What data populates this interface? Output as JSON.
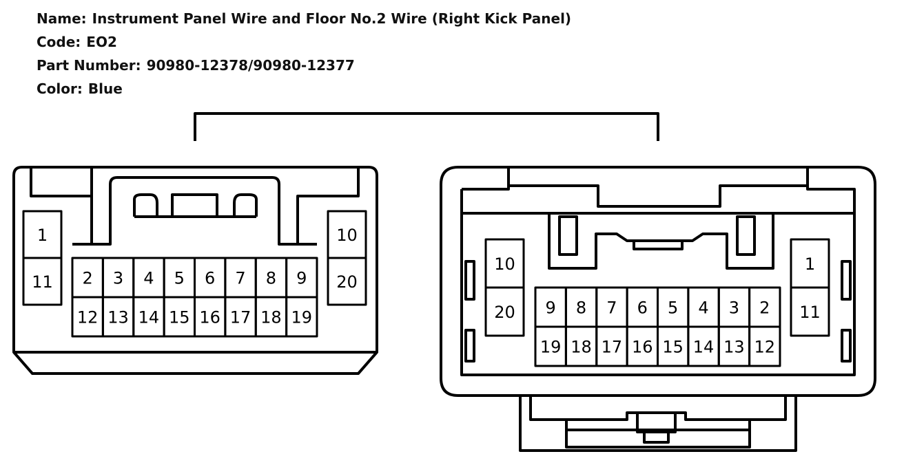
{
  "header": {
    "name_label": "Name:",
    "name_value": "Instrument Panel Wire and Floor No.2 Wire (Right Kick Panel)",
    "code_label": "Code:",
    "code_value": "EO2",
    "part_label": "Part Number:",
    "part_value": "90980-12378/90980-12377",
    "color_label": "Color:",
    "color_value": "Blue"
  },
  "left_connector": {
    "side_left": [
      "1",
      "11"
    ],
    "top_row": [
      "2",
      "3",
      "4",
      "5",
      "6",
      "7",
      "8",
      "9"
    ],
    "bottom_row": [
      "12",
      "13",
      "14",
      "15",
      "16",
      "17",
      "18",
      "19"
    ],
    "side_right": [
      "10",
      "20"
    ]
  },
  "right_connector": {
    "side_left": [
      "10",
      "20"
    ],
    "top_row": [
      "9",
      "8",
      "7",
      "6",
      "5",
      "4",
      "3",
      "2"
    ],
    "bottom_row": [
      "19",
      "18",
      "17",
      "16",
      "15",
      "14",
      "13",
      "12"
    ],
    "side_right": [
      "1",
      "11"
    ]
  }
}
